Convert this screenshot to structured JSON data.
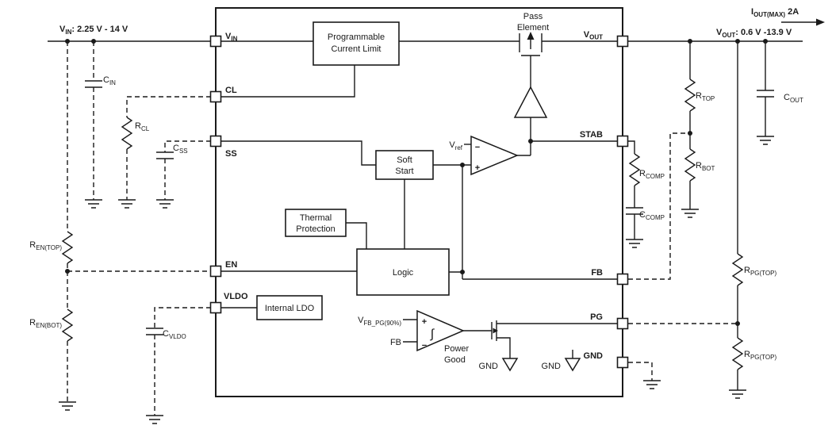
{
  "rails": {
    "vin_label": {
      "base": "V",
      "sub": "IN",
      "rest": ": 2.25 V - 14 V"
    },
    "vout_label": {
      "base": "V",
      "sub": "OUT",
      "rest": ": 0.6 V -13.9 V"
    },
    "iout_label": {
      "base": "I",
      "sub": "OUT(MAX)",
      "rest": " 2A"
    }
  },
  "pins": {
    "vin": {
      "base": "V",
      "sub": "IN"
    },
    "cl": "CL",
    "ss": "SS",
    "en": "EN",
    "vldo": "VLDO",
    "vout": {
      "base": "V",
      "sub": "OUT"
    },
    "stab": "STAB",
    "fb": "FB",
    "pg": "PG",
    "gnd": "GND"
  },
  "blocks": {
    "prog_current_limit": {
      "line1": "Programmable",
      "line2": "Current Limit"
    },
    "soft_start": {
      "line1": "Soft",
      "line2": "Start"
    },
    "thermal": {
      "line1": "Thermal",
      "line2": "Protection"
    },
    "logic": "Logic",
    "internal_ldo": "Internal LDO",
    "pass_element": {
      "line1": "Pass",
      "line2": "Element"
    },
    "power_good": {
      "line1": "Power",
      "line2": "Good"
    }
  },
  "amp": {
    "vref": {
      "base": "V",
      "sub": "ref"
    },
    "minus": "−",
    "plus": "+"
  },
  "pg_comp": {
    "vfb": {
      "base": "V",
      "sub": "FB_PG(90%)"
    },
    "fb_label": "FB",
    "plus": "+",
    "minus": "−",
    "hyst": "∫"
  },
  "gnd_labels": {
    "g1": "GND",
    "g2": "GND"
  },
  "components": {
    "cin": {
      "base": "C",
      "sub": "IN"
    },
    "rcl": {
      "base": "R",
      "sub": "CL"
    },
    "css": {
      "base": "C",
      "sub": "SS"
    },
    "ren_top": {
      "base": "R",
      "sub": "EN(TOP)"
    },
    "ren_bot": {
      "base": "R",
      "sub": "EN(BOT)"
    },
    "cvldo": {
      "base": "C",
      "sub": "VLDO"
    },
    "rtop": {
      "base": "R",
      "sub": "TOP"
    },
    "rbot": {
      "base": "R",
      "sub": "BOT"
    },
    "cout": {
      "base": "C",
      "sub": "OUT"
    },
    "rcomp": {
      "base": "R",
      "sub": "COMP"
    },
    "ccomp": {
      "base": "C",
      "sub": "COMP"
    },
    "rpg_top1": {
      "base": "R",
      "sub": "PG(TOP)"
    },
    "rpg_top2": {
      "base": "R",
      "sub": "PG(TOP)"
    }
  },
  "colors": {
    "line": "#1a1a1a",
    "background": "#ffffff"
  }
}
